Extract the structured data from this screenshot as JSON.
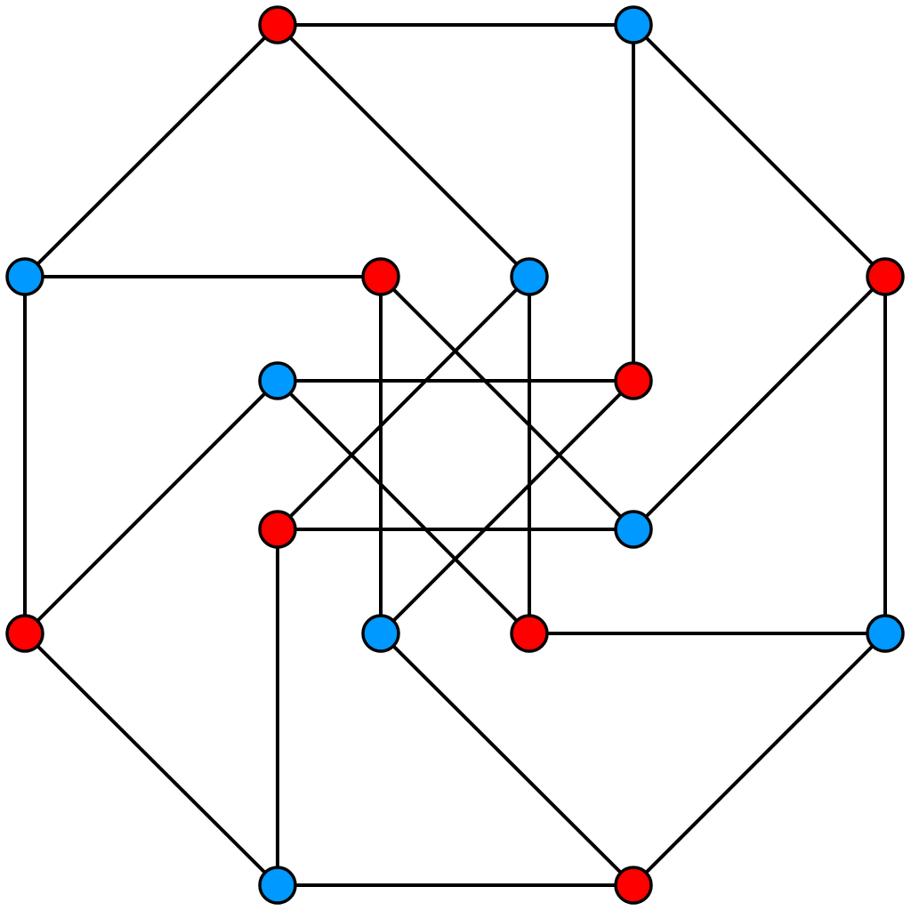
{
  "colors": {
    "red": "#ff0000",
    "blue": "#0099ff",
    "edge": "#000000",
    "node_stroke": "#000000",
    "background": "#ffffff"
  },
  "graph": {
    "nodes": [
      {
        "id": "o0",
        "color": "red"
      },
      {
        "id": "o1",
        "color": "blue"
      },
      {
        "id": "o2",
        "color": "red"
      },
      {
        "id": "o3",
        "color": "blue"
      },
      {
        "id": "o4",
        "color": "red"
      },
      {
        "id": "o5",
        "color": "blue"
      },
      {
        "id": "o6",
        "color": "red"
      },
      {
        "id": "o7",
        "color": "blue"
      },
      {
        "id": "i0",
        "color": "red"
      },
      {
        "id": "i1",
        "color": "blue"
      },
      {
        "id": "i2",
        "color": "red"
      },
      {
        "id": "i3",
        "color": "blue"
      },
      {
        "id": "i4",
        "color": "red"
      },
      {
        "id": "i5",
        "color": "blue"
      },
      {
        "id": "i6",
        "color": "red"
      },
      {
        "id": "i7",
        "color": "blue"
      }
    ],
    "edges": [
      [
        "o0",
        "o1"
      ],
      [
        "o1",
        "o2"
      ],
      [
        "o2",
        "o3"
      ],
      [
        "o3",
        "o4"
      ],
      [
        "o4",
        "o5"
      ],
      [
        "o5",
        "o6"
      ],
      [
        "o6",
        "o7"
      ],
      [
        "o7",
        "o0"
      ],
      [
        "o0",
        "i1"
      ],
      [
        "o1",
        "i2"
      ],
      [
        "o2",
        "i3"
      ],
      [
        "o3",
        "i4"
      ],
      [
        "o4",
        "i5"
      ],
      [
        "o5",
        "i6"
      ],
      [
        "o6",
        "i7"
      ],
      [
        "o7",
        "i0"
      ],
      [
        "i0",
        "i5"
      ],
      [
        "i0",
        "i3"
      ],
      [
        "i1",
        "i4"
      ],
      [
        "i1",
        "i6"
      ],
      [
        "i7",
        "i2"
      ],
      [
        "i7",
        "i4"
      ],
      [
        "i6",
        "i3"
      ],
      [
        "i2",
        "i5"
      ]
    ]
  }
}
